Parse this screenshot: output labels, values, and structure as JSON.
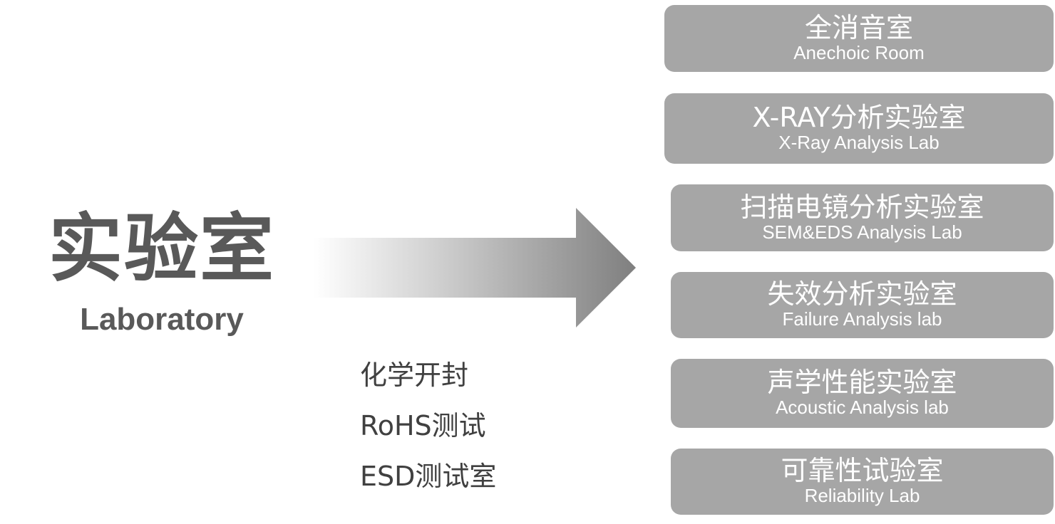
{
  "main": {
    "title": "实验室",
    "subtitle": "Laboratory"
  },
  "side_items": [
    "化学开封",
    "RoHS测试",
    "ESD测试室"
  ],
  "labs": [
    {
      "cn": "全消音室",
      "en": "Anechoic Room"
    },
    {
      "cn": "X-RAY分析实验室",
      "en": "X-Ray Analysis Lab"
    },
    {
      "cn": "扫描电镜分析实验室",
      "en": "SEM&EDS Analysis Lab"
    },
    {
      "cn": "失效分析实验室",
      "en": "Failure Analysis lab"
    },
    {
      "cn": "声学性能实验室",
      "en": "Acoustic Analysis lab"
    },
    {
      "cn": "可靠性试验室",
      "en": "Reliability Lab"
    }
  ],
  "colors": {
    "card_fill": "#a6a6a6",
    "card_text": "#ffffff",
    "title_text": "#595959",
    "side_text": "#404040",
    "arrow_dark": "#7f7f7f"
  }
}
